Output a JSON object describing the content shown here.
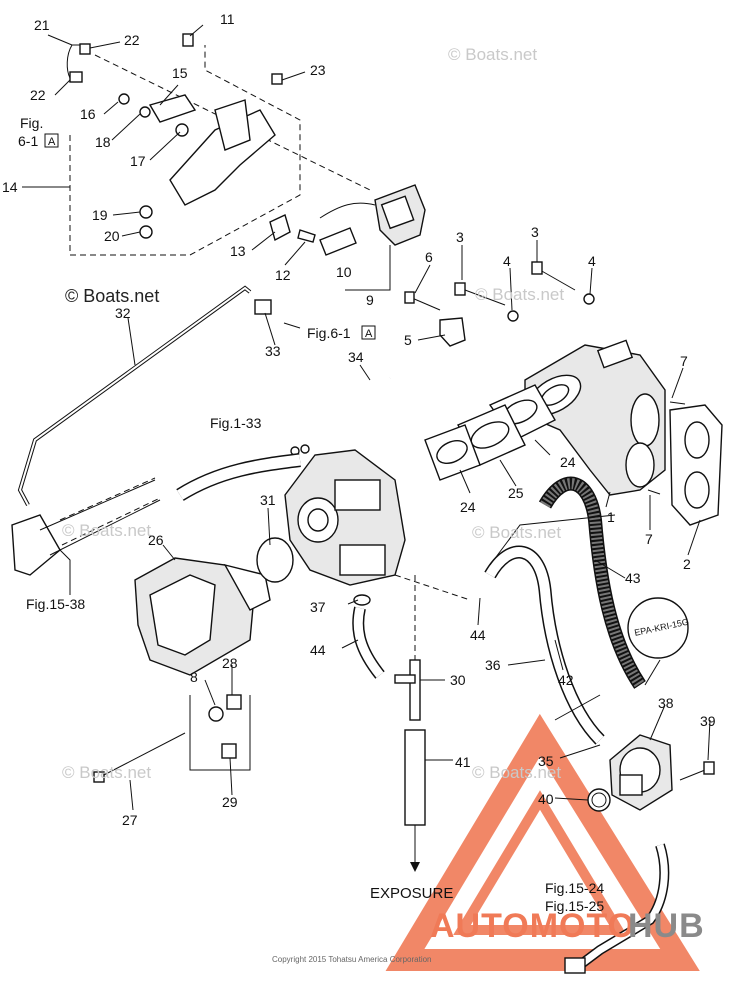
{
  "watermarks": {
    "top_right": "© Boats.net",
    "left_mid": "© Boats.net",
    "faint_mid_right": "© Boats.net",
    "faint_left_mid": "© Boats.net",
    "faint_right_mid": "© Boats.net",
    "faint_left_low": "© Boats.net",
    "faint_right_low": "© Boats.net"
  },
  "callouts": [
    {
      "id": "n21",
      "text": "21"
    },
    {
      "id": "n22a",
      "text": "22"
    },
    {
      "id": "n22b",
      "text": "22"
    },
    {
      "id": "n11",
      "text": "11"
    },
    {
      "id": "n23",
      "text": "23"
    },
    {
      "id": "n15",
      "text": "15"
    },
    {
      "id": "n16",
      "text": "16"
    },
    {
      "id": "n18",
      "text": "18"
    },
    {
      "id": "n17",
      "text": "17"
    },
    {
      "id": "n14",
      "text": "14"
    },
    {
      "id": "n19",
      "text": "19"
    },
    {
      "id": "n20",
      "text": "20"
    },
    {
      "id": "n13",
      "text": "13"
    },
    {
      "id": "n12",
      "text": "12"
    },
    {
      "id": "n10",
      "text": "10"
    },
    {
      "id": "n9",
      "text": "9"
    },
    {
      "id": "n3a",
      "text": "3"
    },
    {
      "id": "n3b",
      "text": "3"
    },
    {
      "id": "n4a",
      "text": "4"
    },
    {
      "id": "n4b",
      "text": "4"
    },
    {
      "id": "n6",
      "text": "6"
    },
    {
      "id": "n5",
      "text": "5"
    },
    {
      "id": "n7a",
      "text": "7"
    },
    {
      "id": "n7b",
      "text": "7"
    },
    {
      "id": "n32",
      "text": "32"
    },
    {
      "id": "n33",
      "text": "33"
    },
    {
      "id": "n34",
      "text": "34"
    },
    {
      "id": "n24a",
      "text": "24"
    },
    {
      "id": "n24b",
      "text": "24"
    },
    {
      "id": "n25",
      "text": "25"
    },
    {
      "id": "n1",
      "text": "1"
    },
    {
      "id": "n2",
      "text": "2"
    },
    {
      "id": "n31",
      "text": "31"
    },
    {
      "id": "n26",
      "text": "26"
    },
    {
      "id": "n43",
      "text": "43"
    },
    {
      "id": "n37",
      "text": "37"
    },
    {
      "id": "n44a",
      "text": "44"
    },
    {
      "id": "n44b",
      "text": "44"
    },
    {
      "id": "n36",
      "text": "36"
    },
    {
      "id": "n42",
      "text": "42"
    },
    {
      "id": "n8",
      "text": "8"
    },
    {
      "id": "n28",
      "text": "28"
    },
    {
      "id": "n30",
      "text": "30"
    },
    {
      "id": "n38",
      "text": "38"
    },
    {
      "id": "n39",
      "text": "39"
    },
    {
      "id": "n41",
      "text": "41"
    },
    {
      "id": "n35",
      "text": "35"
    },
    {
      "id": "n40",
      "text": "40"
    },
    {
      "id": "n27",
      "text": "27"
    },
    {
      "id": "n29",
      "text": "29"
    }
  ],
  "references": {
    "fig_6_1_left_a": "Fig.",
    "fig_6_1_left_b": "6-1",
    "fig_6_1_left_box": "A",
    "fig_6_1_right": "Fig.6-1",
    "fig_6_1_right_box": "A",
    "fig_1_33": "Fig.1-33",
    "fig_15_38": "Fig.15-38",
    "fig_15_24": "Fig.15-24",
    "fig_15_25": "Fig.15-25",
    "epa_tag": "EPA-KRI-15G",
    "exposure": "EXPOSURE"
  },
  "copyright": "Copyright 2015 Tohatsu America Corporation",
  "brand": {
    "part_a": "AUTOMOTO",
    "part_b": "HUB"
  },
  "colors": {
    "brand_accent": "#f07a57",
    "brand_gray": "#8a8a8a",
    "line": "#111111",
    "watermark": "#c9c9c9"
  }
}
